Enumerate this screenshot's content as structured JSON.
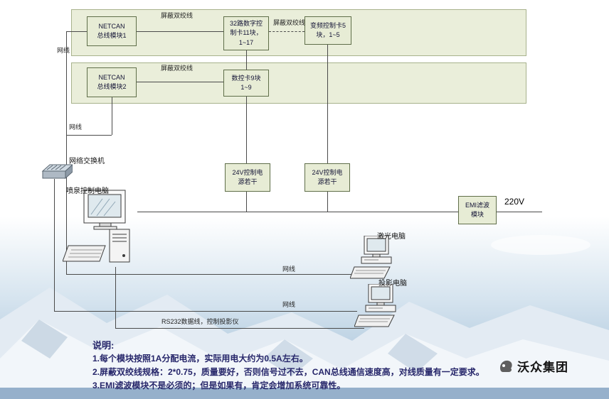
{
  "diagram": {
    "boxes": {
      "netcan1": "NETCAN\n总线模块1",
      "card32": "32路数字控\n制卡11块，\n1~17",
      "vfd": "变频控制卡5\n块，1~5",
      "netcan2": "NETCAN\n总线模块2",
      "cnc": "数控卡9块\n1~9",
      "psu1": "24V控制电\n源若干",
      "psu2": "24V控制电\n源若干",
      "emi": "EMI滤波\n模块"
    },
    "labels": {
      "stp_top": "屏蔽双绞线",
      "stp_mid": "屏蔽双绞线",
      "stp_band2": "屏蔽双绞线",
      "lan_left": "网线",
      "lan_left2": "网线",
      "switch": "网络交换机",
      "fountain_pc": "喷泉控制电脑",
      "v220": "220V",
      "laser_pc": "激光电脑",
      "proj_pc": "投影电脑",
      "lan_laser": "网线",
      "lan_proj": "网线",
      "rs232": "RS232数据线，控制投影仪"
    }
  },
  "notes": {
    "title": "说明:",
    "items": [
      "1.每个模块按照1A分配电流，实际用电大约为0.5A左右。",
      "2.屏蔽双绞线规格：2*0.75，质量要好，否则信号过不去，CAN总线通信速度高，对线质量有一定要求。",
      "3.EMI滤波模块不是必须的；但是如果有，肯定会增加系统可靠性。"
    ]
  },
  "logo": {
    "text": "沃众集团"
  },
  "colors": {
    "band_fill": "#eaeeda",
    "box_border": "#5f6e49",
    "note_text": "#26266a",
    "sky": "#9fbdd6"
  }
}
